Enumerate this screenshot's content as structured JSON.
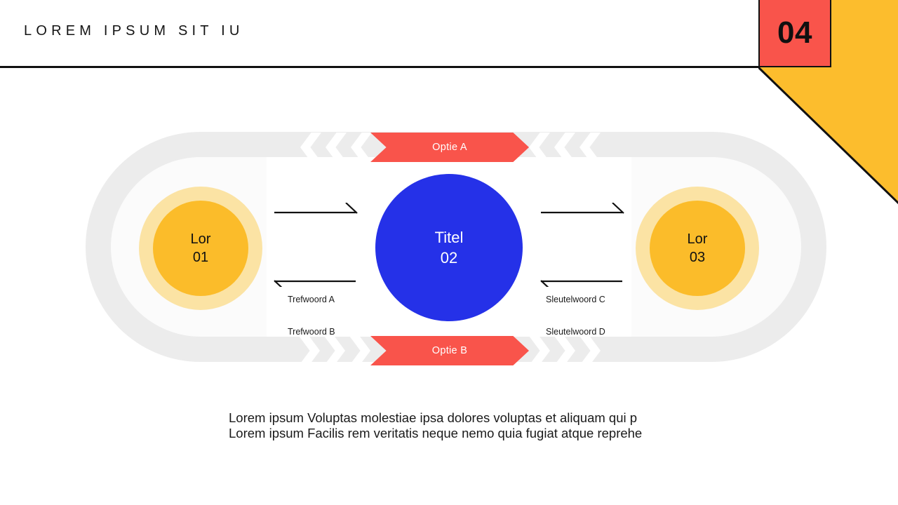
{
  "header": {
    "title": "LOREM IPSUM SIT IU",
    "badge_number": "04"
  },
  "colors": {
    "red": "#F9544B",
    "yellow": "#FBBC2A",
    "yellow_light": "#FBE3A4",
    "blue": "#2531E8",
    "track_gray": "#ECECEC",
    "black": "#111111"
  },
  "diagram": {
    "banners": [
      {
        "name": "option-a",
        "label": "Optie A"
      },
      {
        "name": "option-b",
        "label": "Optie B"
      }
    ],
    "nodes": [
      {
        "name": "node-left",
        "line1": "Lor",
        "line2": "01"
      },
      {
        "name": "node-center",
        "line1": "Titel",
        "line2": "02"
      },
      {
        "name": "node-right",
        "line1": "Lor",
        "line2": "03"
      }
    ],
    "connector_labels": [
      {
        "name": "label-a",
        "text": "Trefwoord A",
        "direction": "right"
      },
      {
        "name": "label-b",
        "text": "Trefwoord B",
        "direction": "left"
      },
      {
        "name": "label-c",
        "text": "Sleutelwoord C",
        "direction": "right"
      },
      {
        "name": "label-d",
        "text": "Sleutelwoord D",
        "direction": "left"
      }
    ]
  },
  "body": {
    "line1": "Lorem ipsum Voluptas molestiae ipsa dolores voluptas et aliquam qui p",
    "line2": "Lorem ipsum Facilis rem veritatis neque nemo quia fugiat atque reprehe"
  }
}
